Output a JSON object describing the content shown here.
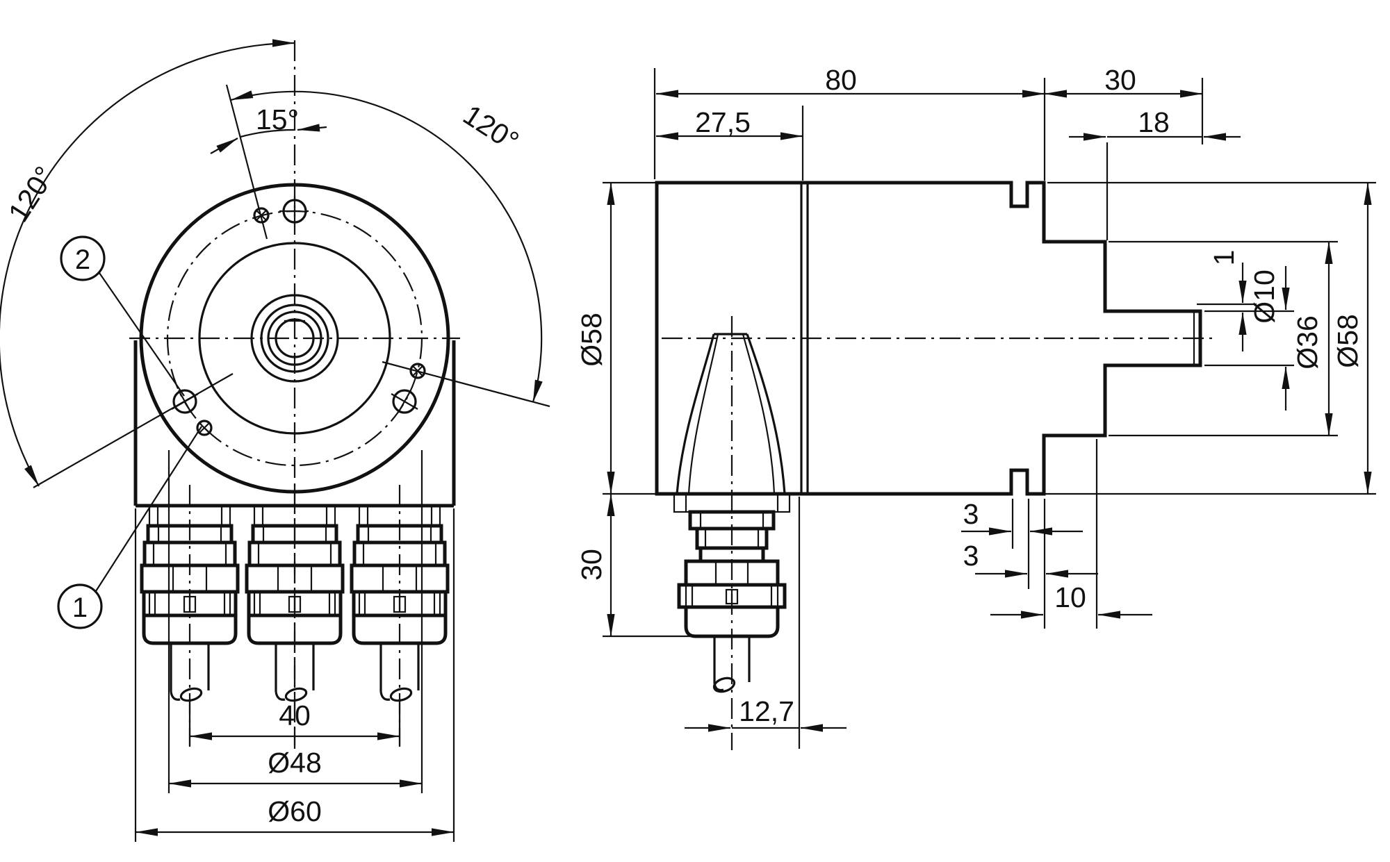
{
  "front_view": {
    "callout_1": "1",
    "callout_2": "2",
    "dim_angle_offset": "15°",
    "dim_angle_left": "120°",
    "dim_angle_right": "120°",
    "dim_hole_spacing": "40",
    "dim_bolt_circle": "Ø48",
    "dim_outer_dia": "Ø60"
  },
  "side_view": {
    "dim_total_length": "80",
    "dim_gland_section": "27,5",
    "dim_shaft_length": "30",
    "dim_shaft_usable": "18",
    "dim_body_dia_left": "Ø58",
    "dim_gland_height": "30",
    "dim_end_step": "1",
    "dim_shaft_dia": "Ø10",
    "dim_spigot_dia": "Ø36",
    "dim_body_dia_right": "Ø58",
    "dim_groove_width": "3",
    "dim_land_width": "3",
    "dim_spigot_length": "10",
    "dim_cable_offset": "12,7"
  }
}
